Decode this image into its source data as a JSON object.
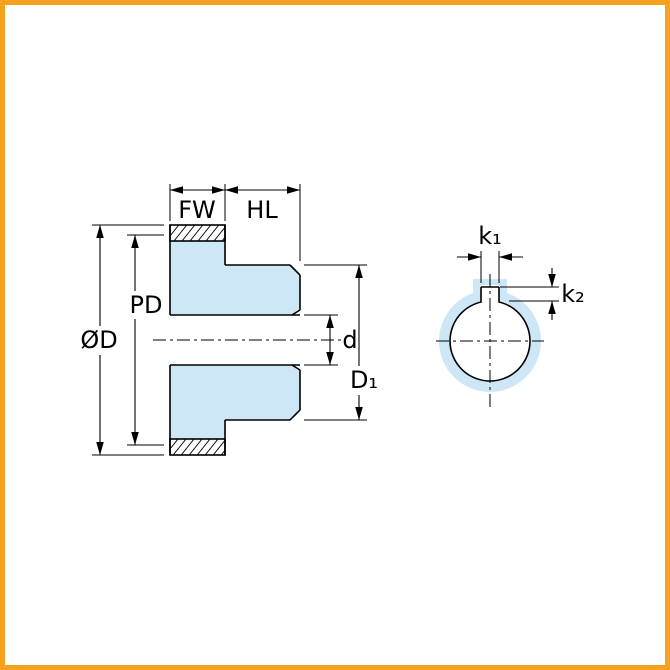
{
  "diagram": {
    "description": "Gear cross-section side view and end view with dimension callouts",
    "labels": {
      "fw": "FW",
      "hl": "HL",
      "od": "ØD",
      "pd": "PD",
      "bore": "d",
      "hub_diameter": "D₁",
      "keyway_width": "k₁",
      "keyway_depth": "k₂"
    },
    "colors": {
      "frame": "#F6A21E",
      "part_fill": "#CDE7F6",
      "line": "#000000",
      "background": "#FFFFFF"
    }
  }
}
